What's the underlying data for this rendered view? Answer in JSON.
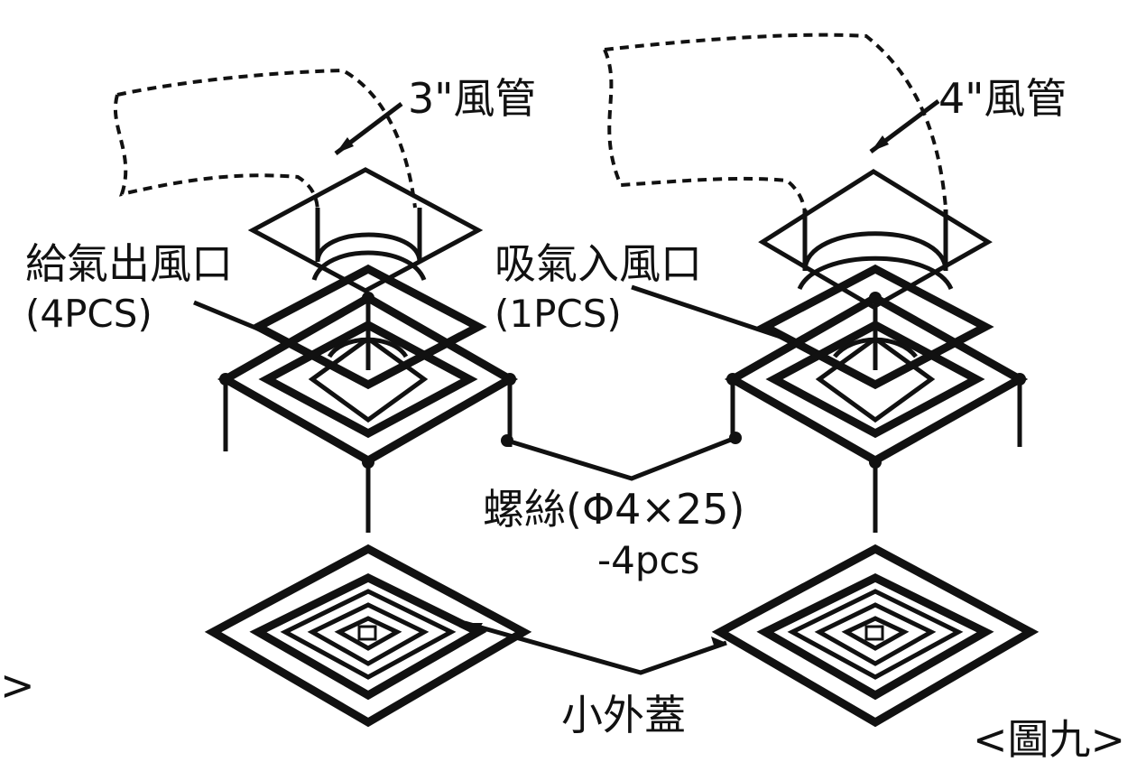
{
  "labels": {
    "duct_left": "3\"風管",
    "duct_right": "4\"風管",
    "supply_outlet": "給氣出風口",
    "supply_outlet_qty": "(4PCS)",
    "intake_inlet": "吸氣入風口",
    "intake_inlet_qty": "(1PCS)",
    "screw": "螺絲(Φ4×25)",
    "screw_qty": "-4pcs",
    "small_cover": "小外蓋",
    "figure_ref": "<圖九>",
    "edge_fragment": ">"
  },
  "colors": {
    "line": "#111111",
    "background": "#ffffff"
  }
}
